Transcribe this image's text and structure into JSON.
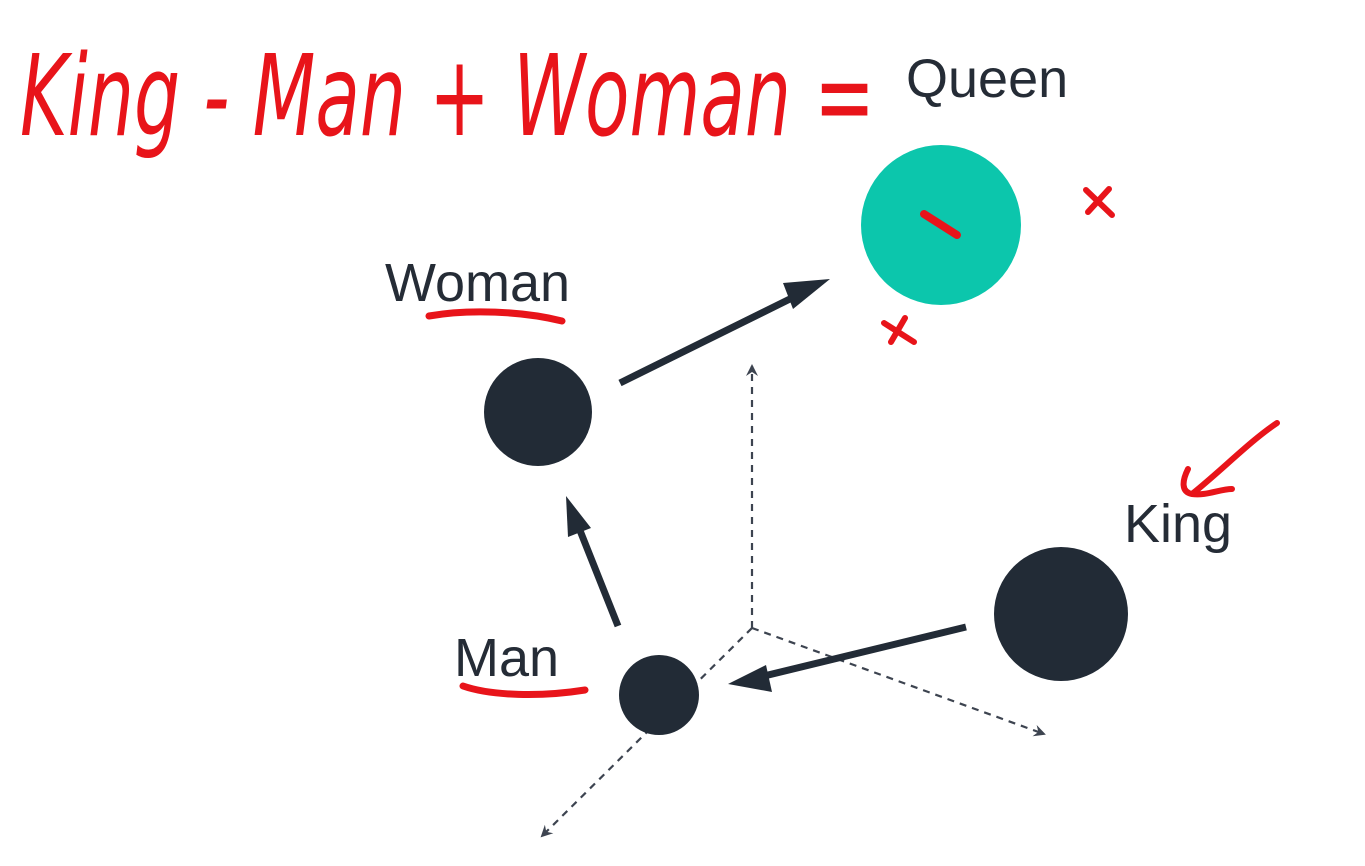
{
  "handwritten_equation": "King - Man + Woman =",
  "labels": {
    "queen": "Queen",
    "woman": "Woman",
    "king": "King",
    "man": "Man"
  },
  "colors": {
    "ink": "#222b36",
    "queen_fill": "#0cc6ac",
    "annotation_red": "#e8141a",
    "axis": "#3d4450"
  },
  "annotations": {
    "underlined": [
      "Woman",
      "Man"
    ],
    "checkmark_on": "King",
    "x_marks_near": "Queen"
  }
}
